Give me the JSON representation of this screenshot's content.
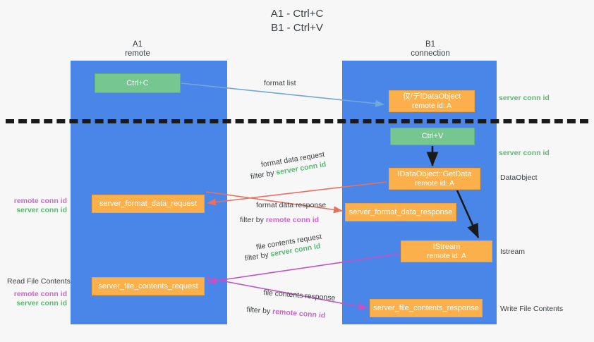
{
  "title": {
    "line1": "A1 - Ctrl+C",
    "line2": "B1 - Ctrl+V"
  },
  "columns": [
    {
      "id": "a1",
      "name": "A1",
      "subtitle": "remote",
      "color": "#4a86e8"
    },
    {
      "id": "b1",
      "name": "B1",
      "subtitle": "connection",
      "color": "#4a86e8"
    }
  ],
  "colors": {
    "lane": "#4a86e8",
    "green_box": "#76c68f",
    "orange_box": "#fbb04c",
    "server_conn_id": "#5cb874",
    "remote_conn_id": "#cc66cc",
    "arrow_format_list": "#6fa8dc",
    "arrow_format_data": "#e8705f",
    "arrow_file_contents": "#c452c4",
    "arrow_internal": "#1a1a1a",
    "divider": "#1a1a1a",
    "background": "#f7f7f7",
    "text": "#3c4043"
  },
  "boxes": {
    "ctrl_c": {
      "label": "Ctrl+C",
      "style": "green"
    },
    "idataobject": {
      "line1": "仅/デlDataObject",
      "line2": "remote id: A",
      "style": "orange"
    },
    "ctrl_v": {
      "label": "Ctrl+V",
      "style": "green"
    },
    "getdata": {
      "line1": "IDataObject::GetData",
      "line2": "remote id: A",
      "style": "orange"
    },
    "server_format_data_request": {
      "label": "server_format_data_request",
      "style": "orange"
    },
    "server_format_data_response": {
      "label": "server_format_data_response",
      "style": "orange"
    },
    "istream": {
      "line1": "IStream",
      "line2": "remote id: A",
      "style": "orange"
    },
    "server_file_contents_request": {
      "label": "server_file_contents_request",
      "style": "orange"
    },
    "server_file_contents_response": {
      "label": "server_file_contents_response",
      "style": "orange"
    }
  },
  "arrow_labels": {
    "format_list": "format list",
    "format_data_request": "format data request",
    "format_data_request_filter_prefix": "filter by ",
    "format_data_request_filter_value": "server conn id",
    "format_data_response": "format data response",
    "format_data_response_filter_prefix": "filter by ",
    "format_data_response_filter_value": "remote conn id",
    "file_contents_request": "file contents request",
    "file_contents_request_filter_prefix": "filter by ",
    "file_contents_request_filter_value": "server conn id",
    "file_contents_response": "file contents response",
    "file_contents_response_filter_prefix": "filter by ",
    "file_contents_response_filter_value": "remote conn id"
  },
  "right_annotations": {
    "server_conn_id_1": "server conn id",
    "server_conn_id_2": "server conn id",
    "dataobject": "DataObject",
    "istream": "Istream",
    "write_file_contents": "Write File Contents"
  },
  "left_annotations": {
    "read_file_contents": "Read File Contents",
    "remote_conn_id_1": "remote conn id",
    "server_conn_id_1": "server conn id",
    "remote_conn_id_2": "remote conn id",
    "server_conn_id_2": "server conn id"
  }
}
